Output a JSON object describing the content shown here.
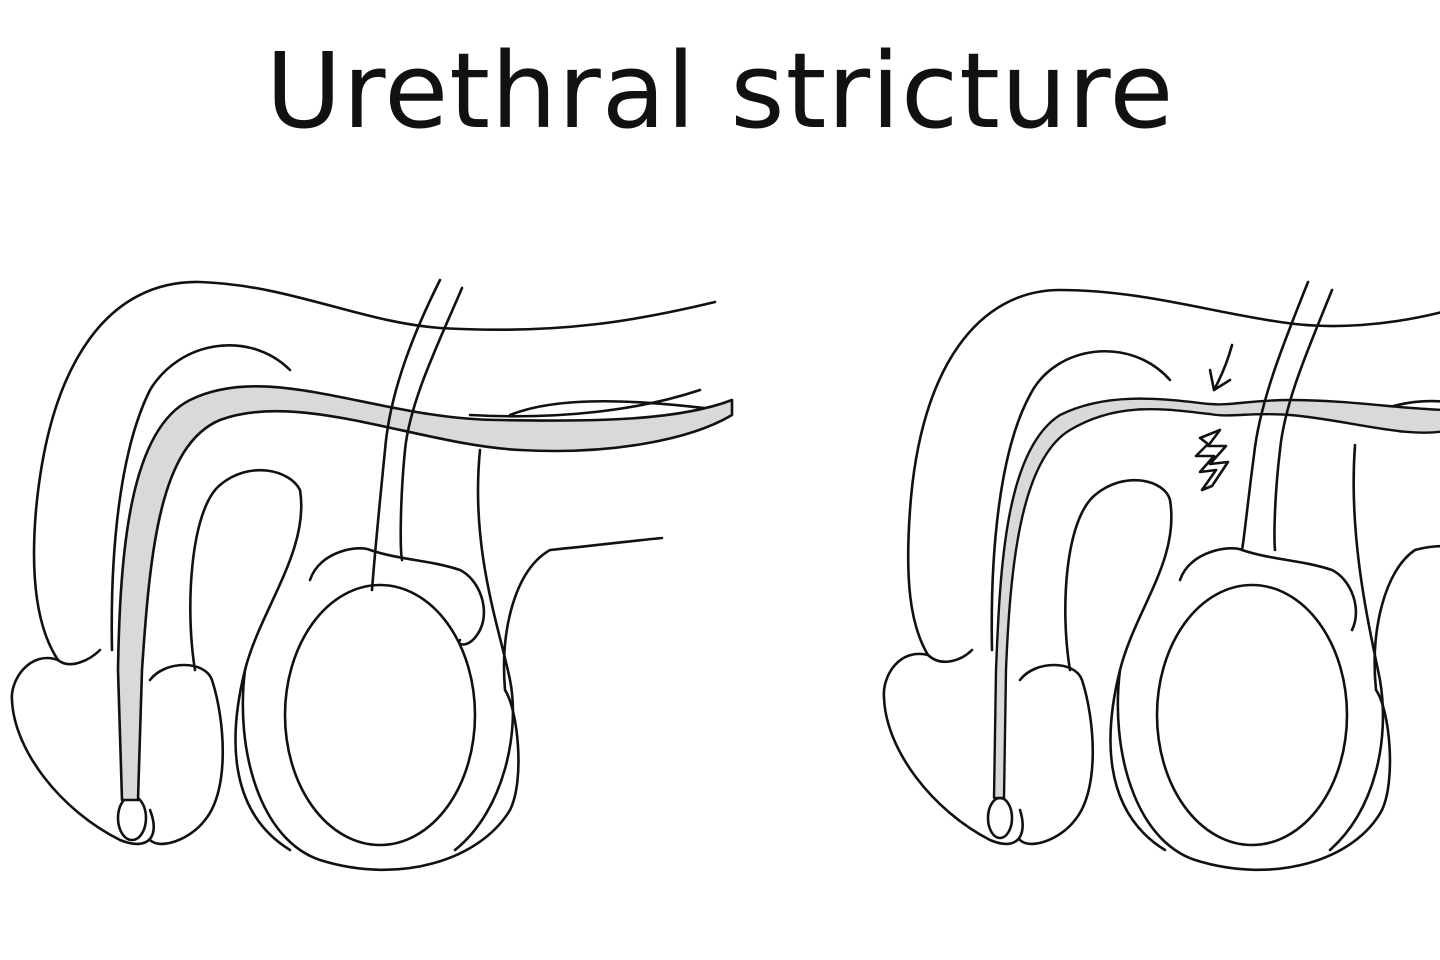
{
  "title": "Urethral stricture",
  "colors": {
    "outline": "#111111",
    "urethra_fill": "#d9d9d9",
    "background": "#ffffff"
  },
  "figures": [
    {
      "id": "normal",
      "urethra": "normal"
    },
    {
      "id": "stricture",
      "urethra": "narrowed",
      "markers": [
        "arrow-icon",
        "scar-zigzag-icon"
      ]
    }
  ]
}
